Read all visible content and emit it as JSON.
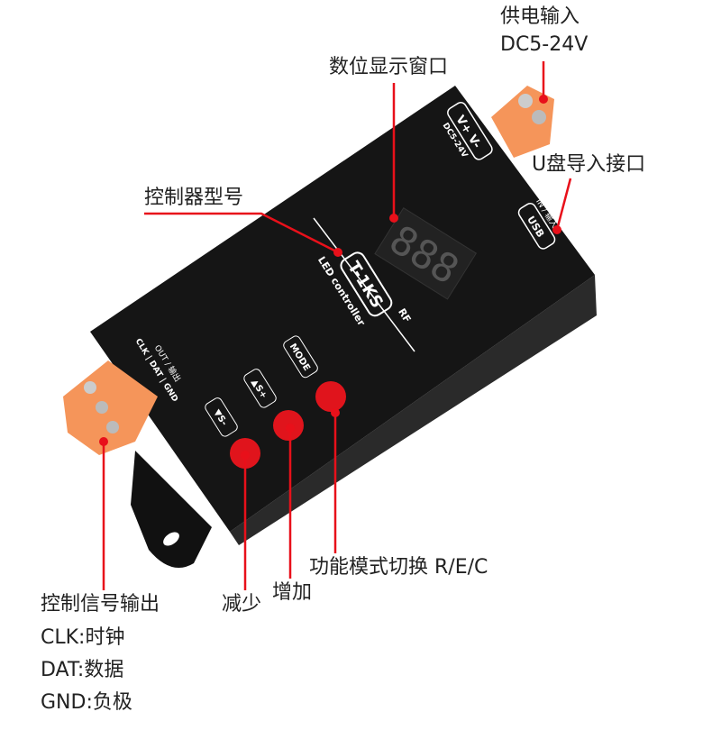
{
  "annotations": {
    "power_input": "供电输入",
    "power_voltage": "DC5-24V",
    "display_window": "数位显示窗口",
    "usb_port": "U盘导入接口",
    "model": "控制器型号",
    "mode_switch": "功能模式切换 R/E/C",
    "decrease": "减少",
    "increase": "增加",
    "signal_output": "控制信号输出",
    "clk": "CLK:时钟",
    "dat": "DAT:数据",
    "gnd": "GND:负极"
  },
  "device": {
    "model": "T-1KS",
    "subtitle": "LED controller",
    "rf": "RF",
    "power_label": "V+  V-",
    "power_sub": "DC5-24V",
    "usb_label": "USB",
    "usb_sub": "IN / 输入",
    "out_label": "OUT / 输出",
    "out_pins": "CLK | DAT | GND",
    "btn_minus": "▼S-",
    "btn_plus": "▲S+",
    "btn_mode": "MODE",
    "display": "888"
  },
  "colors": {
    "accent": "#e8101a",
    "body": "#141414",
    "terminal": "#f5955a",
    "button": "#e0141c"
  }
}
